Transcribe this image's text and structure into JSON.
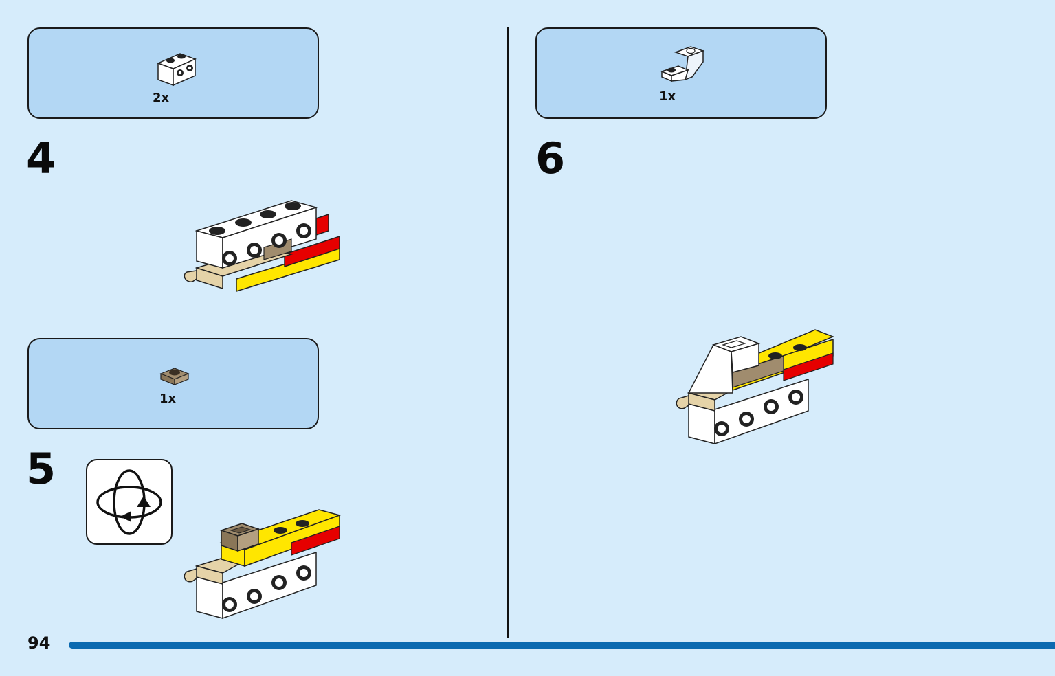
{
  "page": {
    "number": "94"
  },
  "steps": [
    {
      "number": "4",
      "parts": [
        {
          "quantity": "2x",
          "part": "white-brick-1x2-with-side-studs"
        }
      ]
    },
    {
      "number": "5",
      "parts": [
        {
          "quantity": "1x",
          "part": "dark-tan-plate-1x1"
        }
      ],
      "rotate_model": true
    },
    {
      "number": "6",
      "parts": [
        {
          "quantity": "1x",
          "part": "white-slope-bracket"
        }
      ]
    }
  ],
  "colors": {
    "background": "#d6ecfb",
    "parts_box": "#b3d7f4",
    "progress_bar": "#0b6ab0",
    "white_brick": "#ffffff",
    "yellow": "#ffe600",
    "red": "#e60000",
    "tan": "#e5d3a8",
    "dark_tan": "#a08c6e"
  },
  "icons": [
    "rotate-model-icon"
  ]
}
